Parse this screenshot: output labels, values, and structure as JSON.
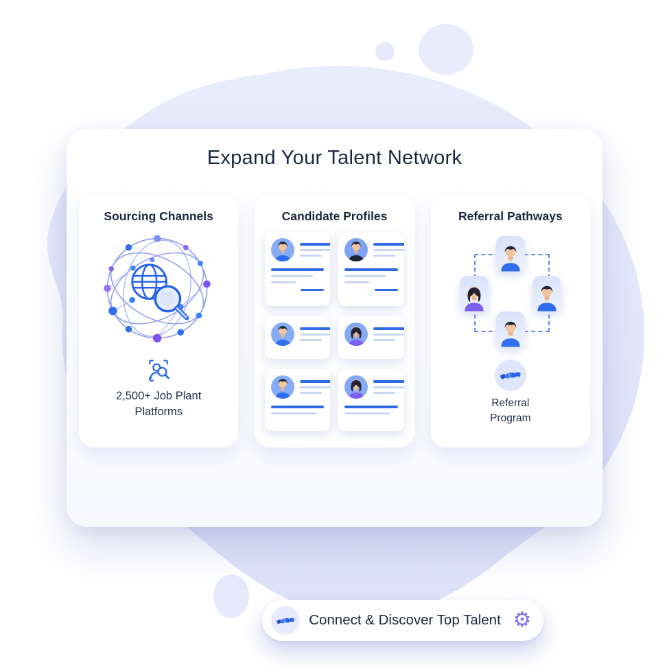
{
  "header": {
    "title": "Expand Your Talent Network"
  },
  "sourcing": {
    "title": "Sourcing Channels",
    "illustration": "globe-network-search-icon",
    "badge_icon": "user-search-icon",
    "caption": "2,500+ Job Plant Platforms"
  },
  "candidates": {
    "title": "Candidate Profiles",
    "cards": [
      {
        "size": "tall",
        "avatar": "man-blue"
      },
      {
        "size": "tall",
        "avatar": "man-dark"
      },
      {
        "size": "small",
        "avatar": "man-blue"
      },
      {
        "size": "small",
        "avatar": "woman-purple"
      },
      {
        "size": "medium",
        "avatar": "man-blue"
      },
      {
        "size": "medium",
        "avatar": "woman-purple"
      }
    ]
  },
  "referrals": {
    "title": "Referral Pathways",
    "tiles": [
      {
        "pos": "top",
        "avatar": "man-blue"
      },
      {
        "pos": "left",
        "avatar": "woman-purple"
      },
      {
        "pos": "right",
        "avatar": "man-blue"
      },
      {
        "pos": "bottom",
        "avatar": "man-blue"
      }
    ],
    "badge_icon": "handshake-icon",
    "caption": "Referral Program"
  },
  "cta": {
    "label": "Connect & Discover Top Talent",
    "left_icon": "handshake-icon",
    "right_icon": "gear-icon",
    "gear_glyph": "⚙"
  },
  "colors": {
    "accent_blue": "#2563eb",
    "line_blue": "#2e6ae6",
    "line_light": "#c8d6f3",
    "navy_text": "#1d2840",
    "blob_lavender": "#e3e7fa",
    "avatar_bg_blue": "#85acf6",
    "shirt_blue": "#2f6fed",
    "shirt_purple": "#7e5ff1",
    "gear_purple": "#7b6ef6",
    "dash_blue": "#6487f2"
  }
}
